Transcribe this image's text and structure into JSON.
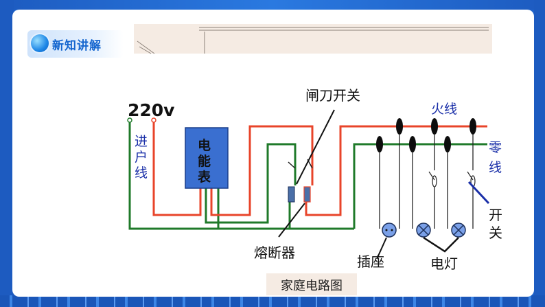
{
  "header": {
    "badge_label": "新知讲解"
  },
  "diagram": {
    "voltage": "220v",
    "incoming_line": [
      "进",
      "户",
      "线"
    ],
    "meter": [
      "电",
      "能",
      "表"
    ],
    "knife_switch": "闸刀开关",
    "live_wire": "火线",
    "neutral_wire": [
      "零",
      "线"
    ],
    "fuse": "熔断器",
    "socket": "插座",
    "lamp": "电灯",
    "switch": [
      "开",
      "关"
    ],
    "caption": "家庭电路图"
  },
  "colors": {
    "live_wire": "#e8442a",
    "neutral_wire": "#1f7a2a",
    "meter_fill": "#3a6fd0",
    "label_blue": "#1a2fa8",
    "frame_blue": "#1f63c9"
  }
}
